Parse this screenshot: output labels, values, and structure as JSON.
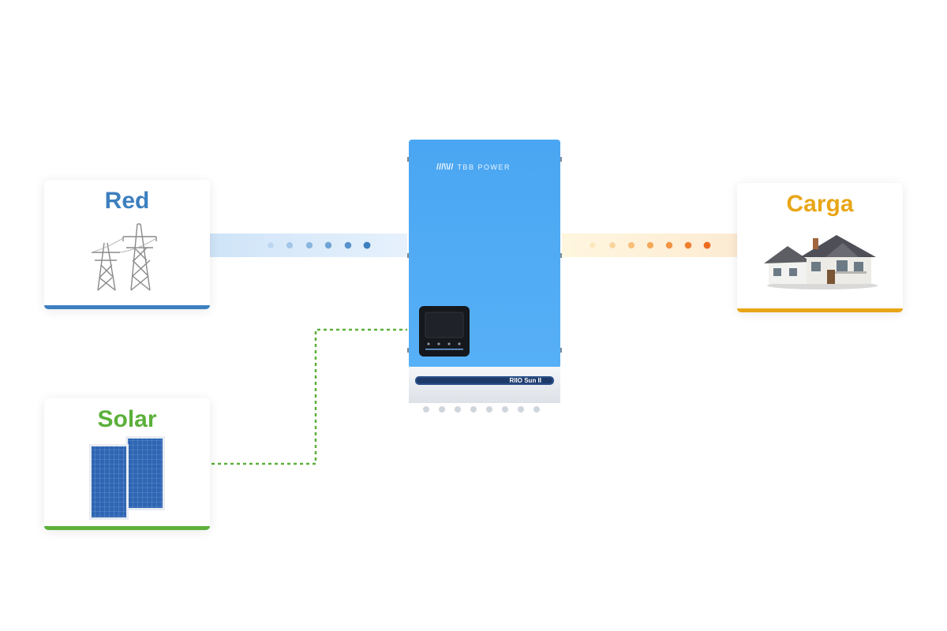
{
  "nodes": {
    "grid": {
      "label": "Red",
      "color": "#3d7fbf"
    },
    "solar": {
      "label": "Solar",
      "color": "#5bb03a"
    },
    "load": {
      "label": "Carga",
      "color": "#e8a617"
    }
  },
  "inverter": {
    "brand": "TBB POWER",
    "model": "RIIO Sun II",
    "body_color": "#4aa6f2"
  },
  "icons": {
    "grid": "transmission-tower-icon",
    "solar": "solar-panel-icon",
    "load": "house-icon"
  }
}
